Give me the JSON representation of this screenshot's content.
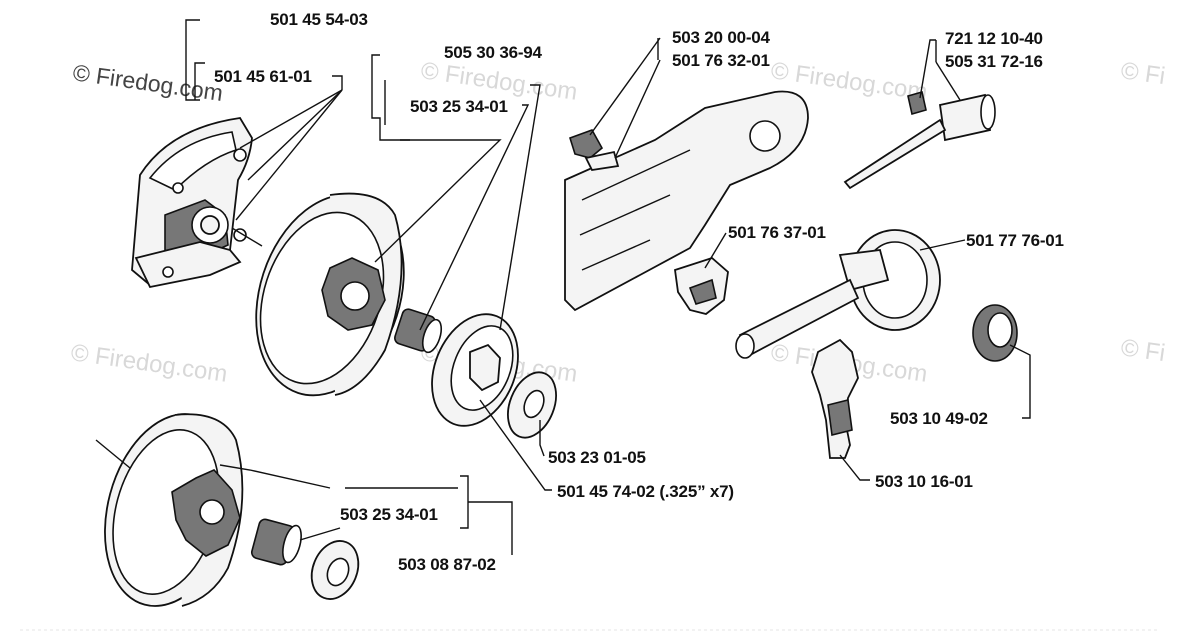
{
  "watermark": {
    "text": "© Firedog.com",
    "text_short": "© Fi"
  },
  "labels": {
    "l_501455403": "501 45 54-03",
    "l_501456101": "501 45 61-01",
    "l_505303694": "505 30 36-94",
    "l_503253401_top": "503 25 34-01",
    "l_503200004": "503 20 00-04",
    "l_501763201": "501 76 32-01",
    "l_721121040": "721 12 10-40",
    "l_505317216": "505 31 72-16",
    "l_501763701": "501 76 37-01",
    "l_501777601": "501 77 76-01",
    "l_503104902": "503 10 49-02",
    "l_503230105": "503 23 01-05",
    "l_501457402": "501 45 74-02 (.325” x7)",
    "l_503101601": "503 10 16-01",
    "l_503253401_bottom": "503 25 34-01",
    "l_503088702": "503 08 87-02"
  }
}
